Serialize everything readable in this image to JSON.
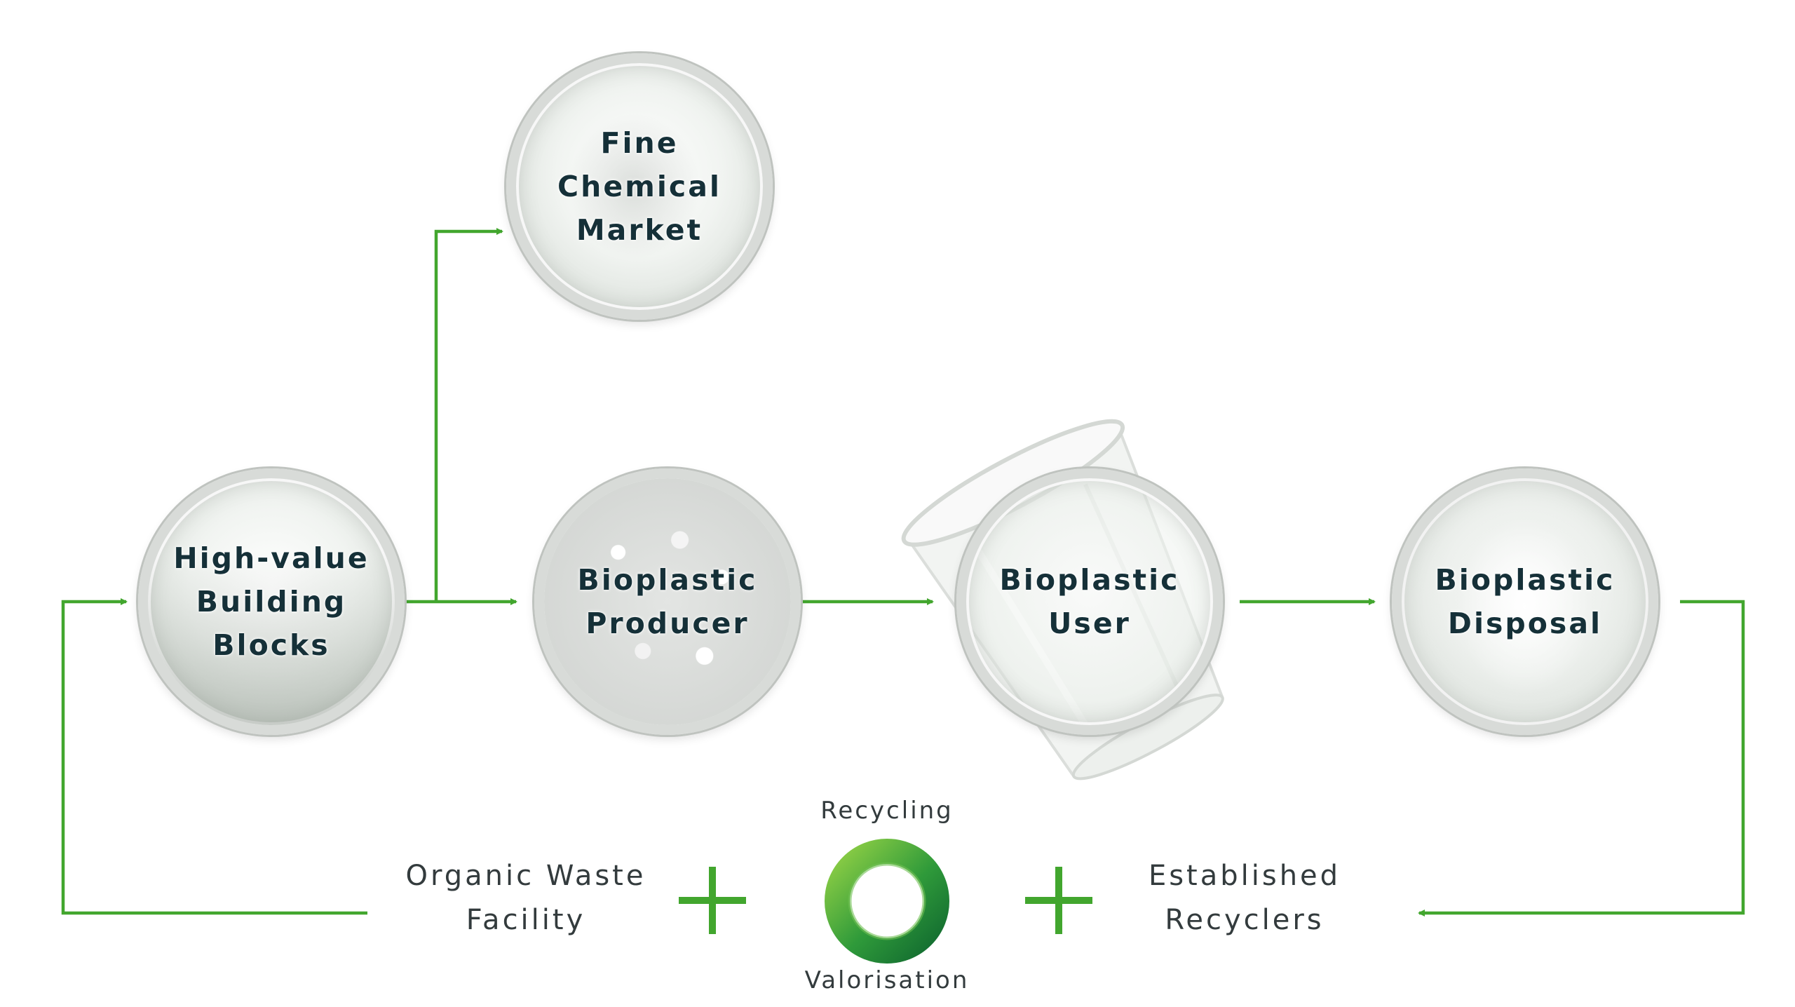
{
  "nodes": {
    "fine_chemical": {
      "label": "Fine\nChemical\nMarket"
    },
    "building_blocks": {
      "label": "High-value\nBuilding\nBlocks"
    },
    "producer": {
      "label": "Bioplastic\nProducer"
    },
    "user": {
      "label": "Bioplastic\nUser"
    },
    "disposal": {
      "label": "Bioplastic\nDisposal"
    }
  },
  "bottom": {
    "organic_waste": "Organic Waste\nFacility",
    "recyclers": "Established\nRecyclers",
    "ring_top_label": "Recycling",
    "ring_bottom_label": "Valorisation"
  },
  "colors": {
    "arrow": "#42a62e",
    "label_text": "#153038",
    "ring_dark": "#1e8a3c",
    "ring_light": "#8fcf45"
  },
  "icons": [
    "plus-icon",
    "recycling-ring-icon",
    "plastic-cup-image"
  ]
}
